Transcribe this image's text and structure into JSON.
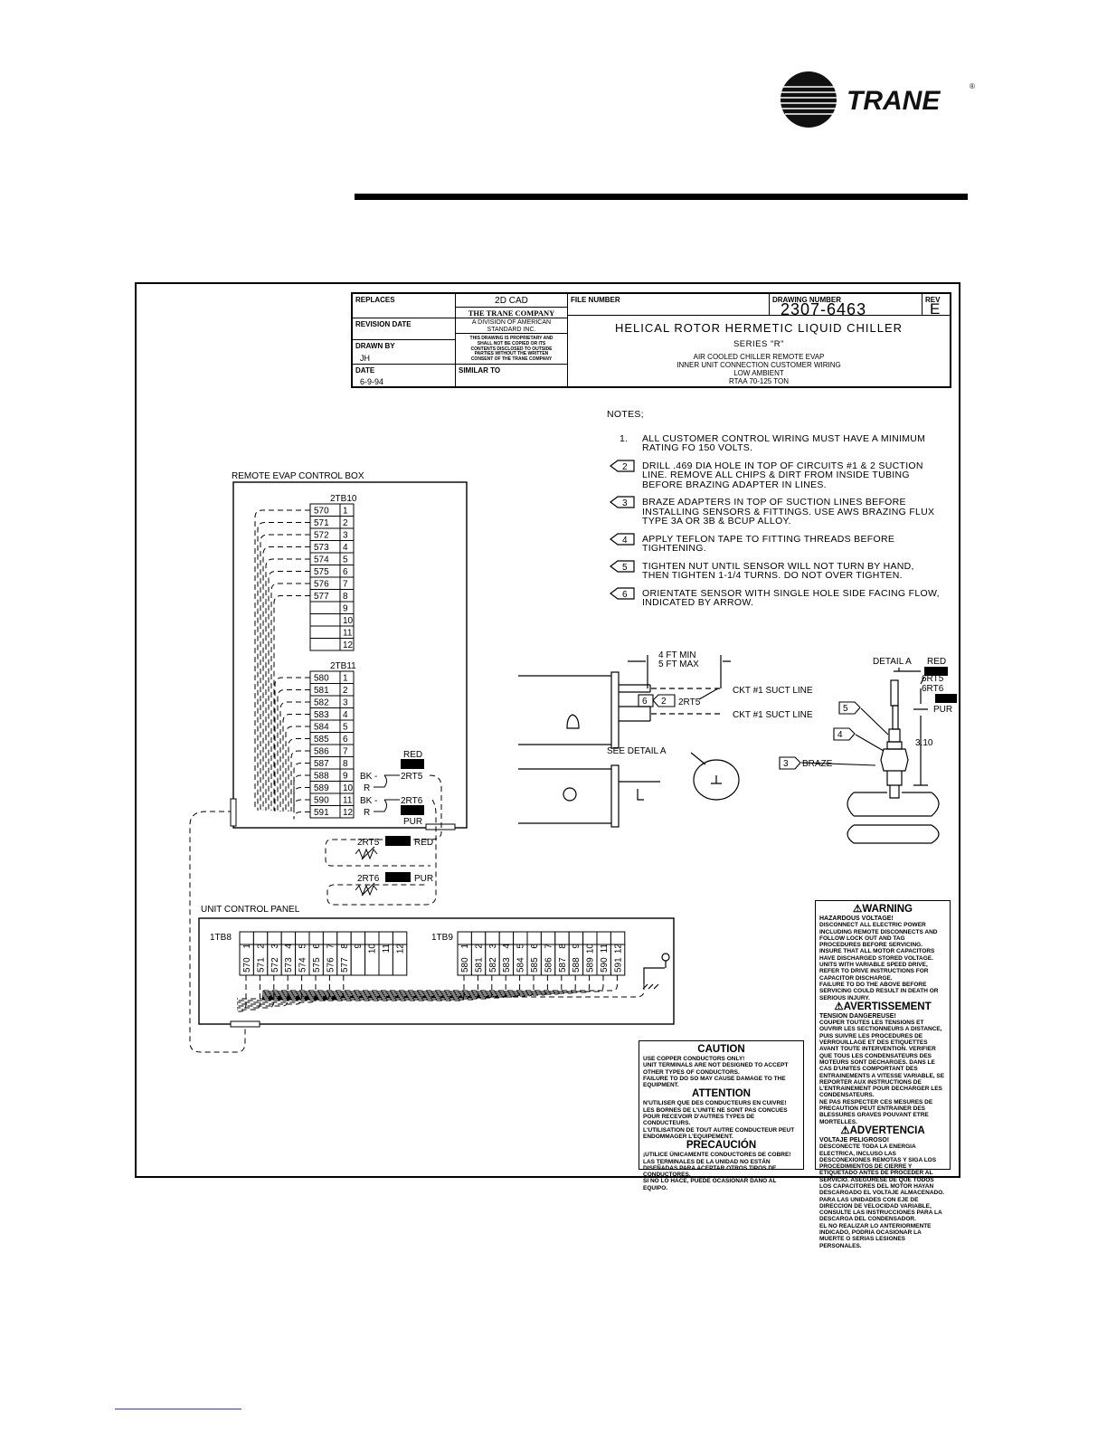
{
  "brand": {
    "name": "TRANE",
    "reg": "®"
  },
  "title_block": {
    "replaces_label": "REPLACES",
    "revision_date_label": "REVISION DATE",
    "drawn_by_label": "DRAWN BY",
    "drawn_by": "JH",
    "date_label": "DATE",
    "date": "6-9-94",
    "cad": "2D CAD",
    "company": "THE TRANE COMPANY",
    "division": "A DIVISION OF AMERICAN STANDARD INC.",
    "proprietary": "THIS DRAWING IS PROPRIETARY AND SHALL NOT BE COPIED OR ITS CONTENTS DISCLOSED TO OUTSIDE PARTIES WITHOUT THE WRITTEN CONSENT OF THE TRANE COMPANY",
    "similar_to_label": "SIMILAR TO",
    "file_number_label": "FILE NUMBER",
    "drawing_number_label": "DRAWING NUMBER",
    "drawing_number": "2307-6463",
    "rev_label": "REV",
    "rev": "E",
    "main_title": "HELICAL ROTOR HERMETIC LIQUID CHILLER",
    "series": "SERIES \"R\"",
    "sub1": "AIR COOLED CHILLER REMOTE EVAP",
    "sub2": "INNER UNIT CONNECTION CUSTOMER WIRING",
    "sub3": "LOW AMBIENT",
    "sub4": "RTAA 70-125 TON"
  },
  "notes": {
    "heading": "NOTES;",
    "items": [
      {
        "num": "1.",
        "text": "ALL CUSTOMER CONTROL WIRING MUST HAVE A MINIMUM RATING FO 150 VOLTS."
      },
      {
        "num": "2",
        "text": "DRILL .469 DIA HOLE IN TOP OF CIRCUITS #1 & 2 SUCTION LINE. REMOVE ALL CHIPS & DIRT FROM INSIDE TUBING BEFORE BRAZING ADAPTER IN LINES."
      },
      {
        "num": "3",
        "text": "BRAZE ADAPTERS IN TOP OF SUCTION LINES BEFORE INSTALLING SENSORS & FITTINGS. USE AWS BRAZING FLUX TYPE 3A OR 3B & BCUP ALLOY."
      },
      {
        "num": "4",
        "text": "APPLY TEFLON TAPE TO FITTING THREADS BEFORE TIGHTENING."
      },
      {
        "num": "5",
        "text": "TIGHTEN NUT UNTIL SENSOR WILL NOT TURN BY HAND, THEN TIGHTEN 1-1/4 TURNS. DO NOT OVER TIGHTEN."
      },
      {
        "num": "6",
        "text": "ORIENTATE SENSOR WITH SINGLE HOLE SIDE FACING FLOW, INDICATED BY ARROW."
      }
    ]
  },
  "remote_box": {
    "title": "REMOTE EVAP CONTROL BOX",
    "tb10": {
      "name": "2TB10",
      "wires": [
        "570",
        "571",
        "572",
        "573",
        "574",
        "575",
        "576",
        "577",
        "",
        "",
        "",
        ""
      ],
      "terms": [
        "1",
        "2",
        "3",
        "4",
        "5",
        "6",
        "7",
        "8",
        "9",
        "10",
        "11",
        "12"
      ]
    },
    "tb11": {
      "name": "2TB11",
      "wires": [
        "580",
        "581",
        "582",
        "583",
        "584",
        "585",
        "586",
        "587",
        "588",
        "589",
        "590",
        "591"
      ],
      "terms": [
        "1",
        "2",
        "3",
        "4",
        "5",
        "6",
        "7",
        "8",
        "9",
        "10",
        "11",
        "12"
      ]
    },
    "bk": "BK",
    "r": "R",
    "rt5": "2RT5",
    "rt6": "2RT6",
    "red": "RED",
    "pur": "PUR"
  },
  "unit_panel": {
    "title": "UNIT CONTROL PANEL",
    "tb8": {
      "name": "1TB8",
      "wires": [
        "570",
        "571",
        "572",
        "573",
        "574",
        "575",
        "576",
        "577",
        "",
        "",
        "",
        ""
      ],
      "terms": [
        "1",
        "2",
        "3",
        "4",
        "5",
        "6",
        "7",
        "8",
        "9",
        "10",
        "11",
        "12"
      ]
    },
    "tb9": {
      "name": "1TB9",
      "wires": [
        "580",
        "581",
        "582",
        "583",
        "584",
        "585",
        "586",
        "587",
        "588",
        "589",
        "590",
        "591"
      ],
      "terms": [
        "1",
        "2",
        "3",
        "4",
        "5",
        "6",
        "7",
        "8",
        "9",
        "10",
        "11",
        "12"
      ]
    }
  },
  "install": {
    "dim_min": "4 FT MIN",
    "dim_max": "5 FT MAX",
    "ckt1": "CKT #1 SUCT LINE",
    "ckt2": "CKT #1 SUCT LINE",
    "rt5": "2RT5",
    "see_detail": "SEE DETAIL A",
    "detail": "DETAIL A",
    "red": "RED",
    "pur": "PUR",
    "s6rt5": "6RT5",
    "s6rt6": "6RT6",
    "dim": "3.10",
    "braze": "BRAZE",
    "n6": "6",
    "n2": "2",
    "n5": "5",
    "n4": "4",
    "n3": "3"
  },
  "warning": {
    "h1": "WARNING",
    "s1": "HAZARDOUS VOLTAGE!",
    "t1": "DISCONNECT ALL ELECTRIC POWER INCLUDING REMOTE DISCONNECTS AND FOLLOW LOCK OUT AND TAG PROCEDURES BEFORE SERVICING. INSURE THAT ALL MOTOR CAPACITORS HAVE DISCHARGED STORED VOLTAGE. UNITS WITH VARIABLE SPEED DRIVE, REFER TO DRIVE INSTRUCTIONS FOR CAPACITOR DISCHARGE.",
    "t1b": "FAILURE TO DO THE ABOVE BEFORE SERVICING COULD RESULT IN DEATH OR SERIOUS INJURY.",
    "h2": "AVERTISSEMENT",
    "s2": "TENSION DANGEREUSE!",
    "t2": "COUPER TOUTES LES TENSIONS ET OUVRIR LES SECTIONNEURS A DISTANCE, PUIS SUIVRE LES PROCEDURES DE VERROUILLAGE ET DES ETIQUETTES AVANT TOUTE INTERVENTION. VERIFIER QUE TOUS LES CONDENSATEURS DES MOTEURS SONT DECHARGES. DANS LE CAS D'UNITES COMPORTANT DES ENTRAINEMENTS A VITESSE VARIABLE, SE REPORTER AUX INSTRUCTIONS DE L'ENTRAINEMENT POUR DECHARGER LES CONDENSATEURS.",
    "t2b": "NE PAS RESPECTER CES MESURES DE PRECAUTION PEUT ENTRAINER DES BLESSURES GRAVES POUVANT ETRE MORTELLES.",
    "h3": "ADVERTENCIA",
    "s3": "VOLTAJE PELIGROSO!",
    "t3": "DESCONECTE TODA LA ENERGIA ELECTRICA, INCLUSO LAS DESCONEXIONES REMOTAS Y SIGA LOS PROCEDIMIENTOS DE CIERRE Y ETIQUETADO ANTES DE PROCEDER AL SERVICIO. ASEGURESE DE QUE TODOS LOS CAPACITORES DEL MOTOR HAYAN DESCARGADO EL VOLTAJE ALMACENADO. PARA LAS UNIDADES CON EJE DE DIRECCION DE VELOCIDAD VARIABLE, CONSULTE LAS INSTRUCCIONES PARA LA DESCARGA DEL CONDENSADOR.",
    "t3b": "EL NO REALIZAR LO ANTERIORMENTE INDICADO, PODRIA OCASIONAR LA MUERTE O SERIAS LESIONES PERSONALES."
  },
  "caution": {
    "h1": "CAUTION",
    "t1": "USE COPPER CONDUCTORS ONLY!",
    "t1b": "UNIT TERMINALS ARE NOT DESIGNED TO ACCEPT OTHER TYPES OF CONDUCTORS.",
    "t1c": "FAILURE TO DO SO MAY CAUSE DAMAGE TO THE EQUIPMENT.",
    "h2": "ATTENTION",
    "t2": "N'UTILISER QUE DES CONDUCTEURS EN CUIVRE!",
    "t2b": "LES BORNES DE L'UNITE NE SONT PAS CONCUES POUR RECEVOIR D'AUTRES TYPES DE CONDUCTEURS.",
    "t2c": "L'UTILISATION DE TOUT AUTRE CONDUCTEUR PEUT ENDOMMAGER L'EQUIPEMENT.",
    "h3": "PRECAUCIÓN",
    "t3": "¡UTILICE ÚNICAMENTE CONDUCTORES DE COBRE!",
    "t3b": "LAS TERMINALES DE LA UNIDAD NO ESTÁN DISEÑADAS PARA ACEPTAR OTROS TIPOS DE CONDUCTORES.",
    "t3c": "SI NO LO HACE, PUEDE OCASIONAR DAÑO AL EQUIPO."
  }
}
